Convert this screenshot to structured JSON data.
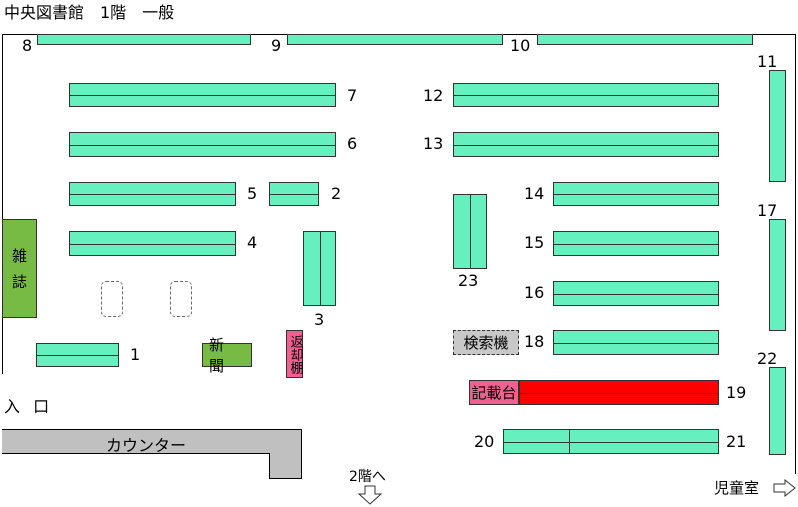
{
  "title": "中央図書館　1階　一般",
  "entrance": "入 口",
  "counter": "カウンター",
  "to_floor2": "2階へ",
  "kids_room": "児童室",
  "magazines": [
    "雑",
    "誌"
  ],
  "newspapers": "新 聞",
  "return_shelf": "返却棚",
  "search_terminal": "検索機",
  "writing_desk": "記載台",
  "shelf_numbers": {
    "n1": "1",
    "n2": "2",
    "n3": "3",
    "n4": "4",
    "n5": "5",
    "n6": "6",
    "n7": "7",
    "n8": "8",
    "n9": "9",
    "n10": "10",
    "n11": "11",
    "n12": "12",
    "n13": "13",
    "n14": "14",
    "n15": "15",
    "n16": "16",
    "n17": "17",
    "n18": "18",
    "n19": "19",
    "n20": "20",
    "n21": "21",
    "n22": "22",
    "n23": "23"
  },
  "colors": {
    "shelf": "#66f0c0",
    "magazine_news": "#77bb44",
    "return_shelf": "#f06090",
    "writing_desk": "#ff0000",
    "search_terminal": "#c8c8c8",
    "counter": "#c0c0c0"
  },
  "icons": {
    "arrow_down": "down-arrow-icon",
    "arrow_right": "right-arrow-icon"
  }
}
